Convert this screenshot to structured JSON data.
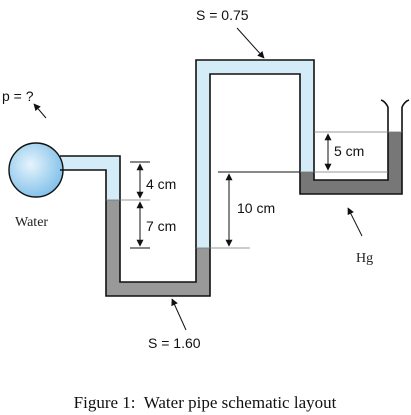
{
  "labels": {
    "s_top": "S = 0.75",
    "pressure": "p = ?",
    "water": "Water",
    "dim_4": "4 cm",
    "dim_7": "7 cm",
    "dim_10": "10 cm",
    "dim_5": "5 cm",
    "mercury": "Hg",
    "s_bottom": "S = 1.60"
  },
  "caption": "Figure 1:  Water pipe schematic layout",
  "colors": {
    "water": "#d4ecf8",
    "light_fluid": "#d4ecf8",
    "heavy_fluid": "#999999",
    "mercury": "#777777",
    "bulb_fill": "#a8d4f2"
  }
}
